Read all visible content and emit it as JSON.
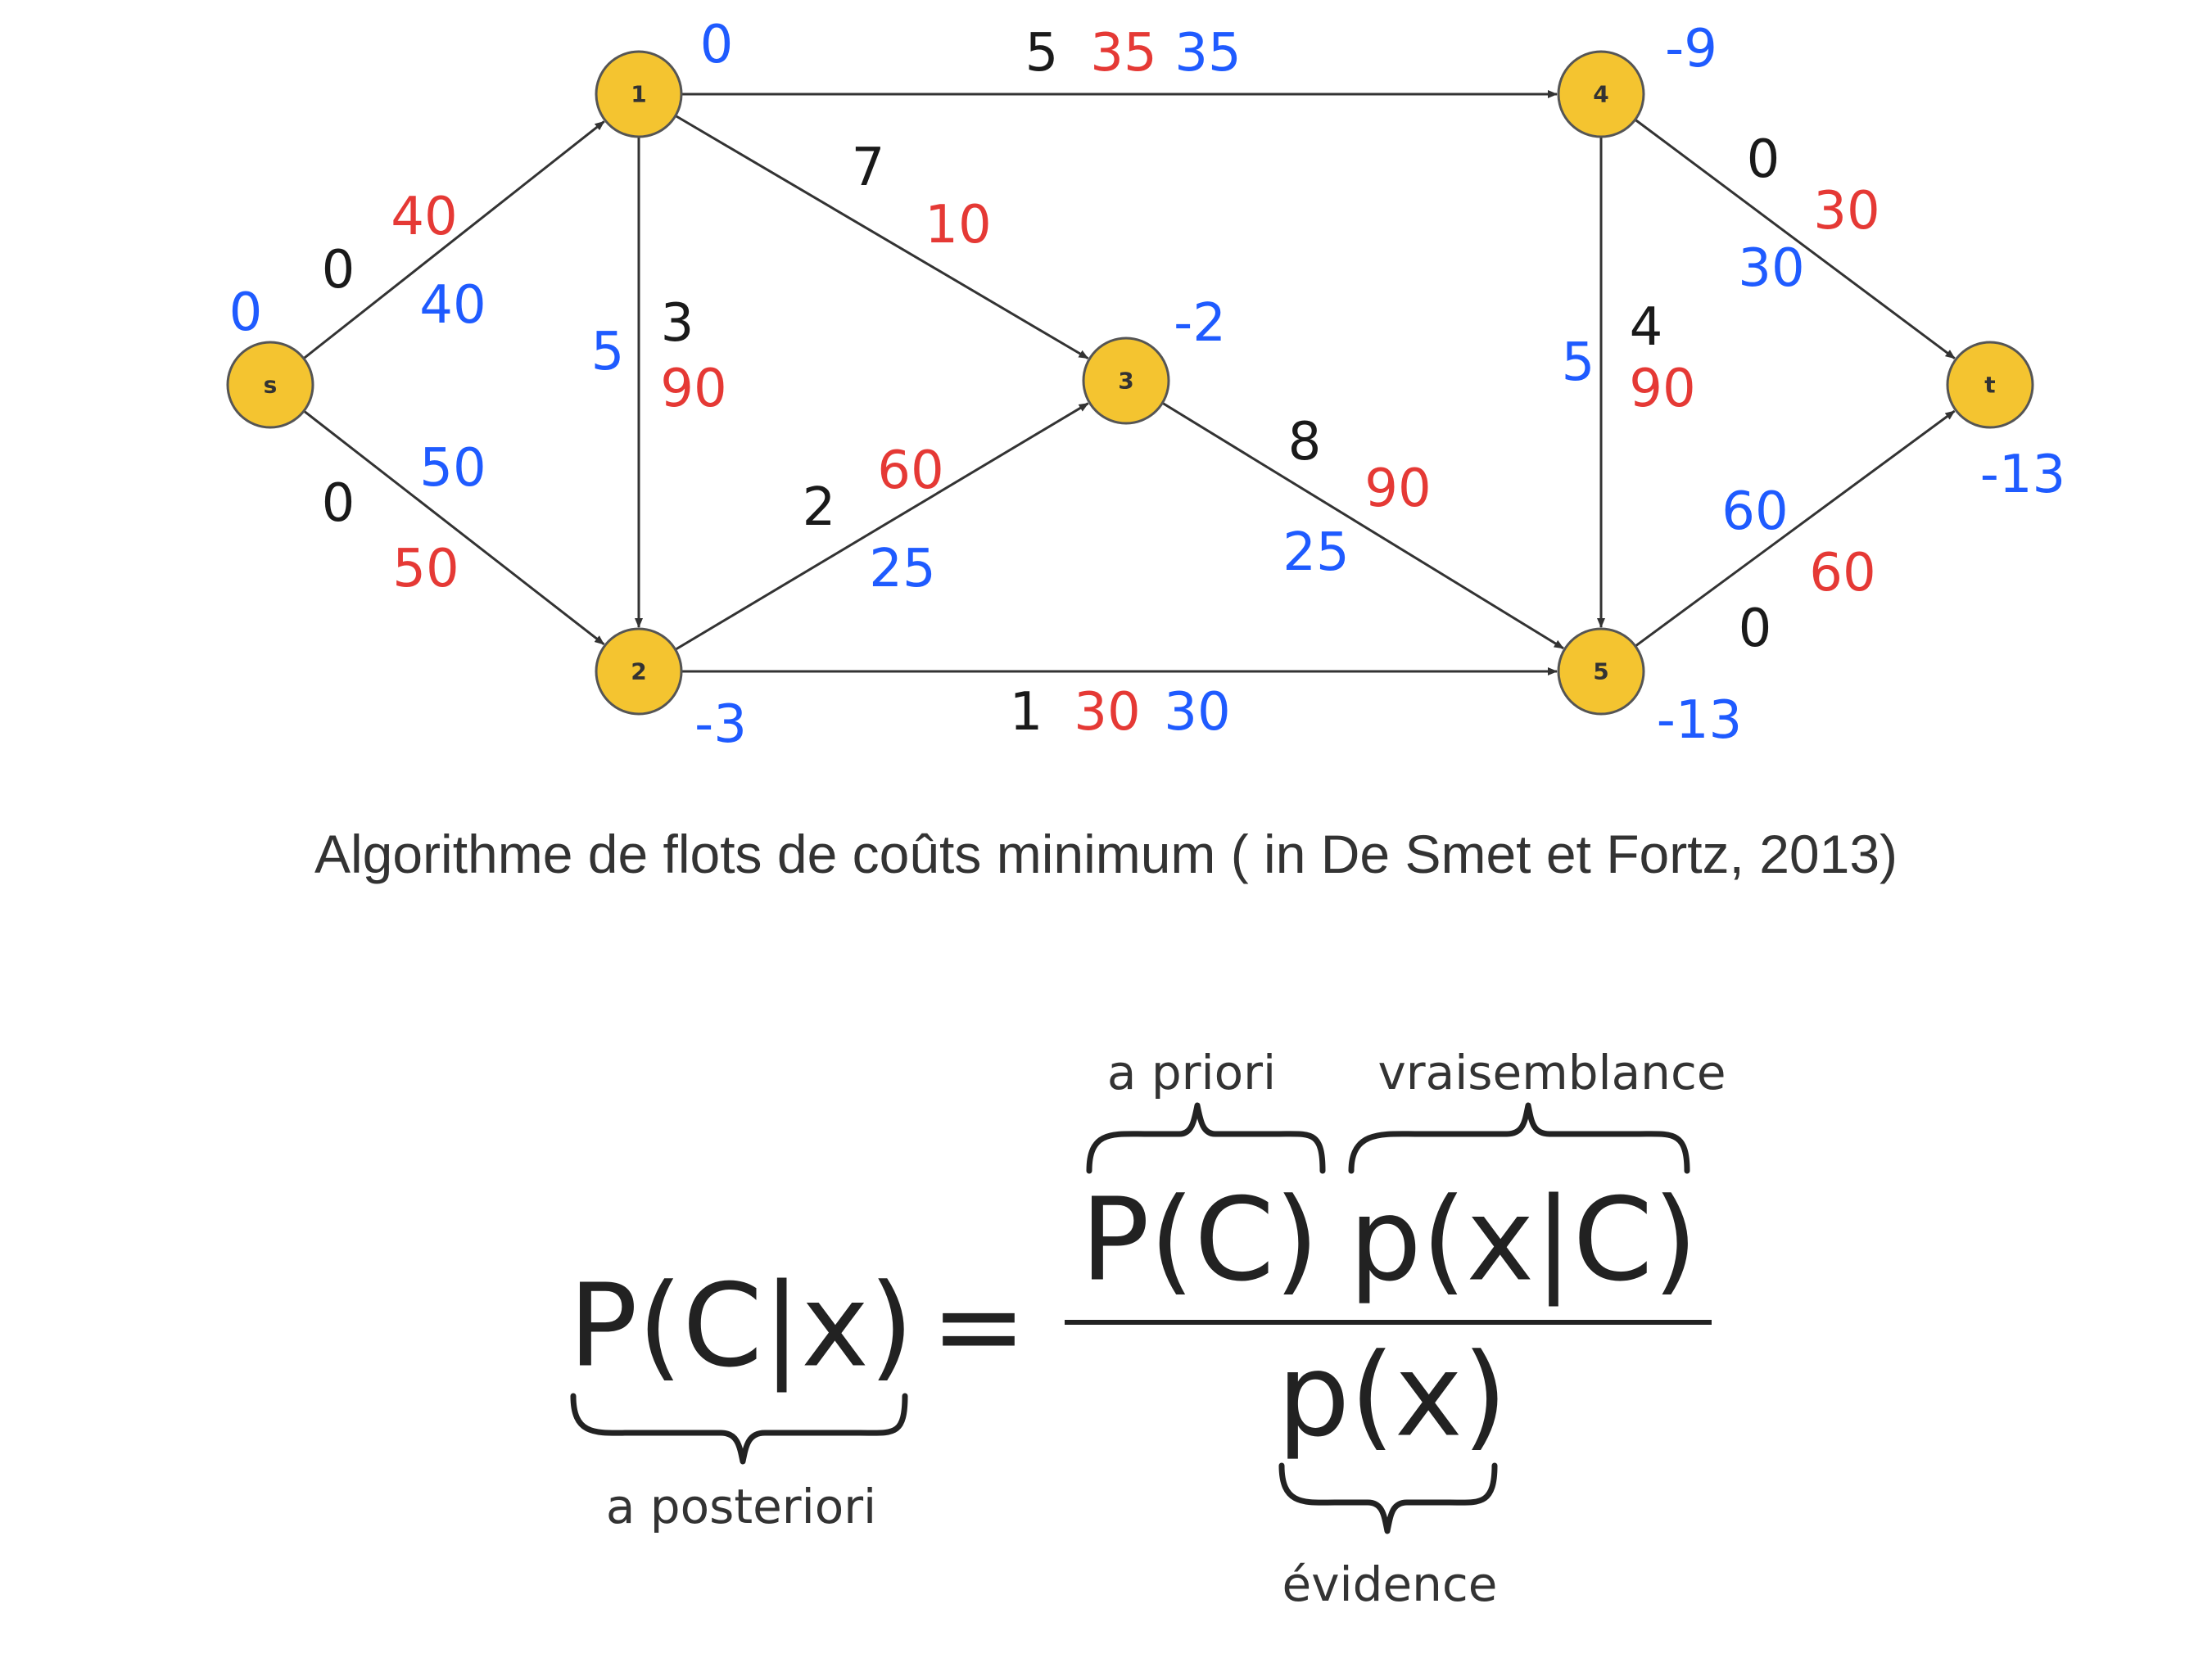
{
  "colors": {
    "node_fill": "#f4c430",
    "cost": "#1a1a1a",
    "capacity": "#e53935",
    "flow": "#1f5bff"
  },
  "nodes": [
    {
      "id": "s",
      "label": "s",
      "potential": "0"
    },
    {
      "id": "1",
      "label": "1",
      "potential": "0"
    },
    {
      "id": "2",
      "label": "2",
      "potential": "-3"
    },
    {
      "id": "3",
      "label": "3",
      "potential": "-2"
    },
    {
      "id": "4",
      "label": "4",
      "potential": "-9"
    },
    {
      "id": "5",
      "label": "5",
      "potential": "-13"
    },
    {
      "id": "t",
      "label": "t",
      "potential": "-13"
    }
  ],
  "edges": [
    {
      "from": "s",
      "to": "1",
      "cost": "0",
      "capacity": "40",
      "flow": "40"
    },
    {
      "from": "s",
      "to": "2",
      "cost": "0",
      "capacity": "50",
      "flow": "50"
    },
    {
      "from": "1",
      "to": "4",
      "cost": "5",
      "capacity": "35",
      "flow": "35"
    },
    {
      "from": "1",
      "to": "3",
      "cost": "7",
      "capacity": "10",
      "flow": ""
    },
    {
      "from": "1",
      "to": "2",
      "cost": "3",
      "capacity": "90",
      "flow": "5"
    },
    {
      "from": "2",
      "to": "3",
      "cost": "2",
      "capacity": "60",
      "flow": "25"
    },
    {
      "from": "2",
      "to": "5",
      "cost": "1",
      "capacity": "30",
      "flow": "30"
    },
    {
      "from": "3",
      "to": "5",
      "cost": "8",
      "capacity": "90",
      "flow": "25"
    },
    {
      "from": "4",
      "to": "5",
      "cost": "4",
      "capacity": "90",
      "flow": "5"
    },
    {
      "from": "4",
      "to": "t",
      "cost": "0",
      "capacity": "30",
      "flow": "30"
    },
    {
      "from": "5",
      "to": "t",
      "cost": "0",
      "capacity": "60",
      "flow": "60"
    }
  ],
  "caption": "Algorithme de flots de coûts minimum ( in De Smet et Fortz, 2013)",
  "formula": {
    "lhs": "P(C|x)",
    "equals": "=",
    "numerator_prior": "P(C)",
    "numerator_likelihood": "p(x|C)",
    "denominator": "p(x)",
    "label_posterior": "a posteriori",
    "label_prior": "a priori",
    "label_likelihood": "vraisemblance",
    "label_evidence": "évidence"
  }
}
